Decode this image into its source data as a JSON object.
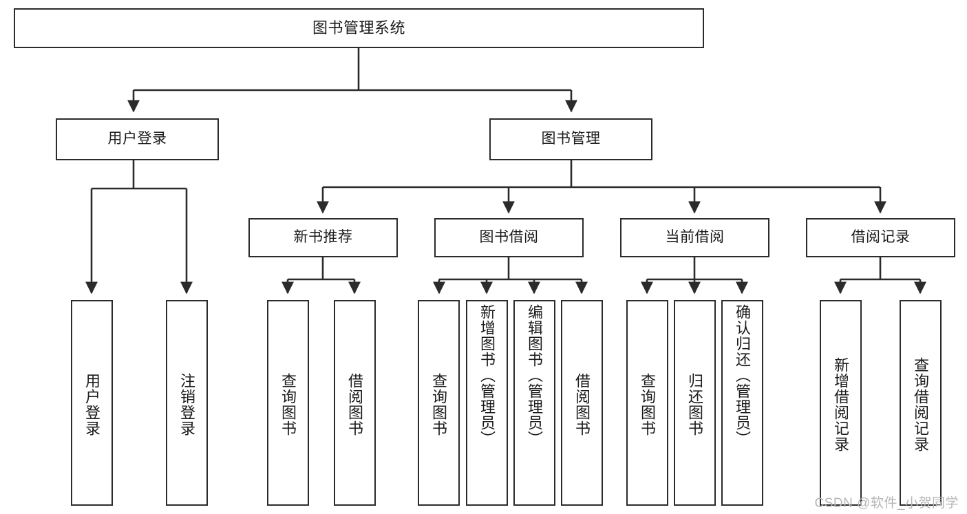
{
  "diagram": {
    "title": "图书管理系统",
    "type": "tree",
    "watermark": "CSDN @软件_小贺同学",
    "colors": {
      "box_border": "#2b2b2b",
      "box_fill": "#ffffff",
      "connector": "#2b2b2b",
      "text": "#1b1b1b",
      "watermark": "#b6b6b6"
    },
    "levels": [
      {
        "level": 0,
        "nodes": [
          {
            "id": "root",
            "label": "图书管理系统",
            "orientation": "horizontal"
          }
        ]
      },
      {
        "level": 1,
        "nodes": [
          {
            "id": "user-login",
            "label": "用户登录",
            "orientation": "horizontal",
            "parent": "root"
          },
          {
            "id": "book-manage",
            "label": "图书管理",
            "orientation": "horizontal",
            "parent": "root"
          }
        ]
      },
      {
        "level": 2,
        "nodes": [
          {
            "id": "new-book-rec",
            "label": "新书推荐",
            "orientation": "horizontal",
            "parent": "book-manage"
          },
          {
            "id": "book-borrow",
            "label": "图书借阅",
            "orientation": "horizontal",
            "parent": "book-manage"
          },
          {
            "id": "current-borrow",
            "label": "当前借阅",
            "orientation": "horizontal",
            "parent": "book-manage"
          },
          {
            "id": "borrow-record",
            "label": "借阅记录",
            "orientation": "horizontal",
            "parent": "book-manage"
          }
        ]
      },
      {
        "level": 3,
        "nodes": [
          {
            "id": "leaf-user-login",
            "label": "用户登录",
            "orientation": "vertical",
            "parent": "user-login"
          },
          {
            "id": "leaf-logout",
            "label": "注销登录",
            "orientation": "vertical",
            "parent": "user-login"
          },
          {
            "id": "leaf-query-book-1",
            "label": "查询图书",
            "orientation": "vertical",
            "parent": "new-book-rec"
          },
          {
            "id": "leaf-borrow-book-1",
            "label": "借阅图书",
            "orientation": "vertical",
            "parent": "new-book-rec"
          },
          {
            "id": "leaf-query-book-2",
            "label": "查询图书",
            "orientation": "vertical",
            "parent": "book-borrow"
          },
          {
            "id": "leaf-add-book",
            "label": "新增图书（管理员）",
            "orientation": "vertical",
            "parent": "book-borrow"
          },
          {
            "id": "leaf-edit-book",
            "label": "编辑图书（管理员）",
            "orientation": "vertical",
            "parent": "book-borrow"
          },
          {
            "id": "leaf-borrow-book-2",
            "label": "借阅图书",
            "orientation": "vertical",
            "parent": "book-borrow"
          },
          {
            "id": "leaf-query-book-3",
            "label": "查询图书",
            "orientation": "vertical",
            "parent": "current-borrow"
          },
          {
            "id": "leaf-return-book",
            "label": "归还图书",
            "orientation": "vertical",
            "parent": "current-borrow"
          },
          {
            "id": "leaf-confirm-return",
            "label": "确认归还（管理员）",
            "orientation": "vertical",
            "parent": "current-borrow"
          },
          {
            "id": "leaf-add-record",
            "label": "新增借阅记录",
            "orientation": "vertical",
            "parent": "borrow-record"
          },
          {
            "id": "leaf-query-record",
            "label": "查询借阅记录",
            "orientation": "vertical",
            "parent": "borrow-record"
          }
        ]
      }
    ]
  }
}
